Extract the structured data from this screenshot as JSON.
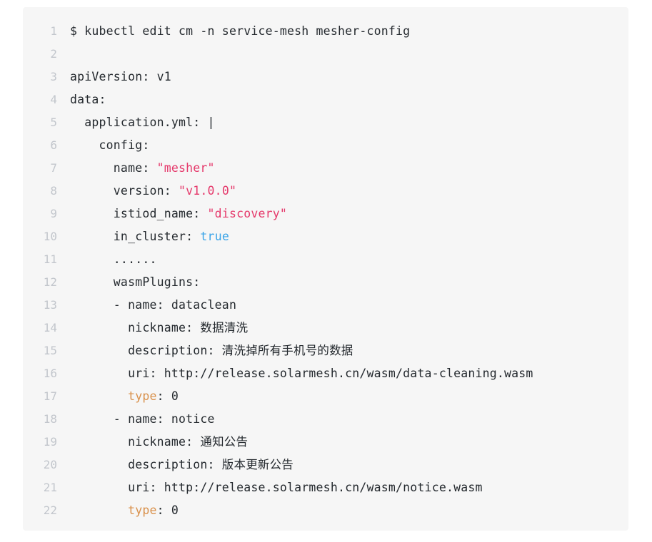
{
  "card": {
    "background": "#f6f6f6",
    "gutter_color": "#c2c6cc",
    "text_color": "#24292e"
  },
  "colors": {
    "string": "#e5396b",
    "boolean": "#3aa4e8",
    "key_highlight": "#d9904a",
    "plain": "#24292e"
  },
  "code": {
    "language": "yaml",
    "line_count": 22,
    "lines": [
      {
        "n": "1",
        "tokens": [
          {
            "t": "$ kubectl edit cm -n service-mesh mesher-config",
            "c": "plain"
          }
        ]
      },
      {
        "n": "2",
        "tokens": [
          {
            "t": "",
            "c": "plain"
          }
        ]
      },
      {
        "n": "3",
        "tokens": [
          {
            "t": "apiVersion: v1",
            "c": "plain"
          }
        ]
      },
      {
        "n": "4",
        "tokens": [
          {
            "t": "data:",
            "c": "plain"
          }
        ]
      },
      {
        "n": "5",
        "tokens": [
          {
            "t": "  application.yml: |",
            "c": "plain"
          }
        ]
      },
      {
        "n": "6",
        "tokens": [
          {
            "t": "    config:",
            "c": "plain"
          }
        ]
      },
      {
        "n": "7",
        "tokens": [
          {
            "t": "      name: ",
            "c": "plain"
          },
          {
            "t": "\"mesher\"",
            "c": "string"
          }
        ]
      },
      {
        "n": "8",
        "tokens": [
          {
            "t": "      version: ",
            "c": "plain"
          },
          {
            "t": "\"v1.0.0\"",
            "c": "string"
          }
        ]
      },
      {
        "n": "9",
        "tokens": [
          {
            "t": "      istiod_name: ",
            "c": "plain"
          },
          {
            "t": "\"discovery\"",
            "c": "string"
          }
        ]
      },
      {
        "n": "10",
        "tokens": [
          {
            "t": "      in_cluster: ",
            "c": "plain"
          },
          {
            "t": "true",
            "c": "boolean"
          }
        ]
      },
      {
        "n": "11",
        "tokens": [
          {
            "t": "      ......",
            "c": "plain"
          }
        ]
      },
      {
        "n": "12",
        "tokens": [
          {
            "t": "      wasmPlugins:",
            "c": "plain"
          }
        ]
      },
      {
        "n": "13",
        "tokens": [
          {
            "t": "      - name: dataclean",
            "c": "plain"
          }
        ]
      },
      {
        "n": "14",
        "tokens": [
          {
            "t": "        nickname: 数据清洗",
            "c": "plain"
          }
        ]
      },
      {
        "n": "15",
        "tokens": [
          {
            "t": "        description: 清洗掉所有手机号的数据",
            "c": "plain"
          }
        ]
      },
      {
        "n": "16",
        "tokens": [
          {
            "t": "        uri: http://release.solarmesh.cn/wasm/data-cleaning.wasm",
            "c": "plain"
          }
        ]
      },
      {
        "n": "17",
        "tokens": [
          {
            "t": "        ",
            "c": "plain"
          },
          {
            "t": "type",
            "c": "key_highlight"
          },
          {
            "t": ": 0",
            "c": "plain"
          }
        ]
      },
      {
        "n": "18",
        "tokens": [
          {
            "t": "      - name: notice",
            "c": "plain"
          }
        ]
      },
      {
        "n": "19",
        "tokens": [
          {
            "t": "        nickname: 通知公告",
            "c": "plain"
          }
        ]
      },
      {
        "n": "20",
        "tokens": [
          {
            "t": "        description: 版本更新公告",
            "c": "plain"
          }
        ]
      },
      {
        "n": "21",
        "tokens": [
          {
            "t": "        uri: http://release.solarmesh.cn/wasm/notice.wasm",
            "c": "plain"
          }
        ]
      },
      {
        "n": "22",
        "tokens": [
          {
            "t": "        ",
            "c": "plain"
          },
          {
            "t": "type",
            "c": "key_highlight"
          },
          {
            "t": ": 0",
            "c": "plain"
          }
        ]
      }
    ]
  }
}
